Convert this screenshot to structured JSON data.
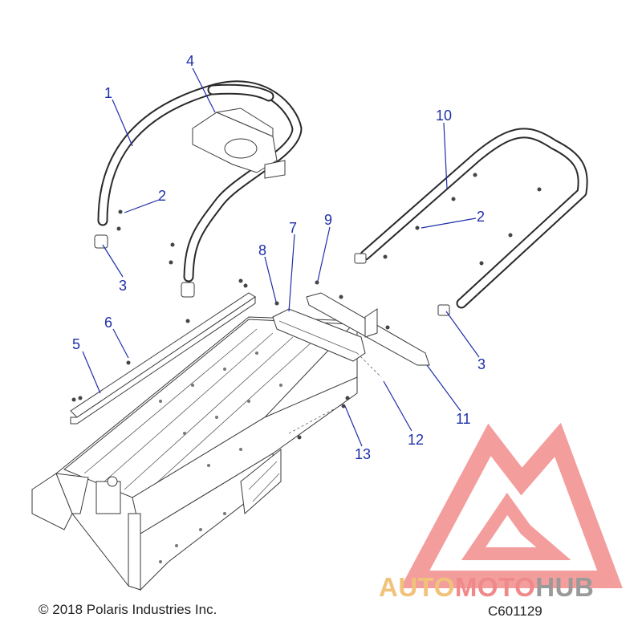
{
  "diagram": {
    "callouts": [
      {
        "id": "c1",
        "label": "1"
      },
      {
        "id": "c2a",
        "label": "2"
      },
      {
        "id": "c3a",
        "label": "3"
      },
      {
        "id": "c4",
        "label": "4"
      },
      {
        "id": "c5",
        "label": "5"
      },
      {
        "id": "c6",
        "label": "6"
      },
      {
        "id": "c7",
        "label": "7"
      },
      {
        "id": "c8",
        "label": "8"
      },
      {
        "id": "c9",
        "label": "9"
      },
      {
        "id": "c10",
        "label": "10"
      },
      {
        "id": "c2b",
        "label": "2"
      },
      {
        "id": "c3b",
        "label": "3"
      },
      {
        "id": "c11",
        "label": "11"
      },
      {
        "id": "c12",
        "label": "12"
      },
      {
        "id": "c13",
        "label": "13"
      }
    ]
  },
  "footer": {
    "copyright": "© 2018 Polaris Industries Inc.",
    "figure_code": "C601129"
  },
  "watermark": {
    "part1": "AUTO",
    "part2": "MOTO",
    "part3": "HUB",
    "colors": {
      "auto": "#f1c27a",
      "moto": "#f08a8a",
      "hub": "#9a9a9a",
      "logo": "#f07d7d"
    }
  }
}
